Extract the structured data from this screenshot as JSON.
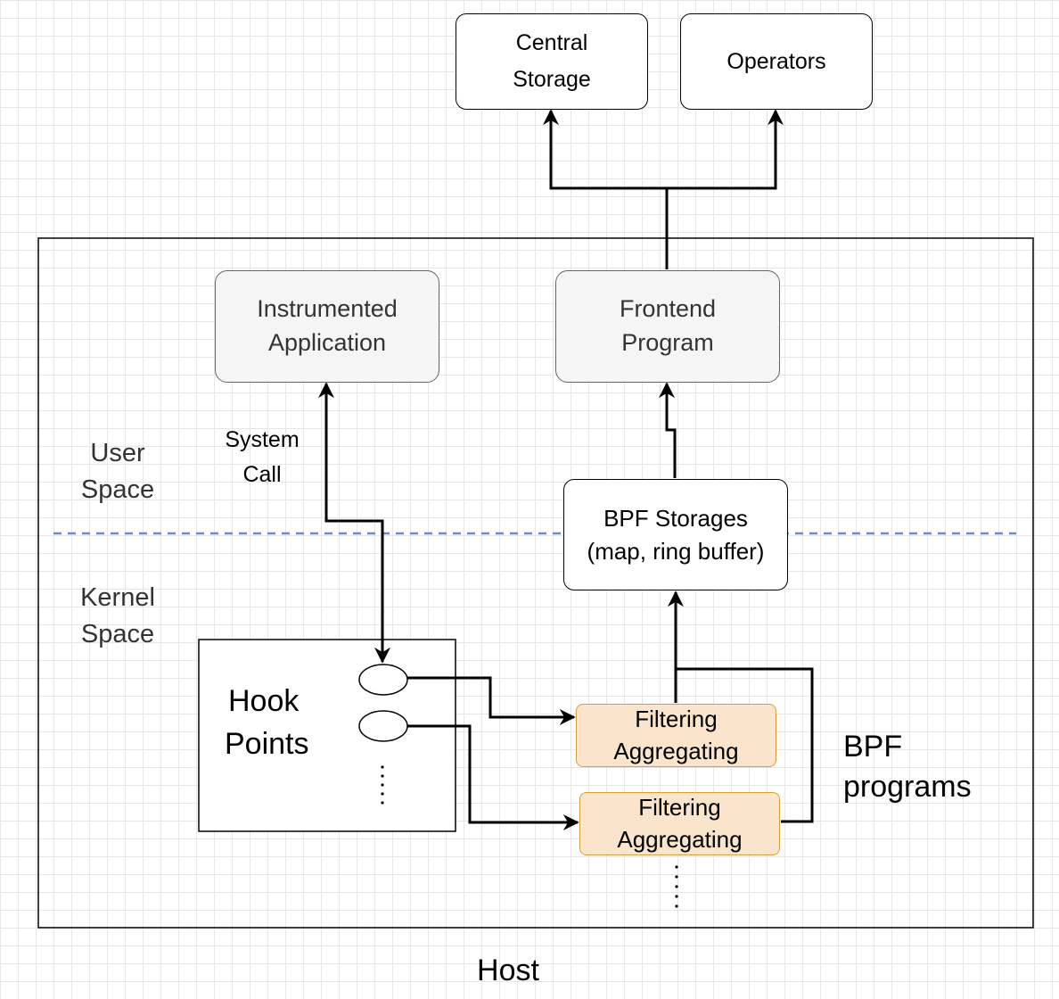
{
  "nodes": {
    "central_storage": {
      "lines": [
        "Central",
        "Storage"
      ]
    },
    "operators": {
      "lines": [
        "Operators"
      ]
    },
    "instrumented_application": {
      "lines": [
        "Instrumented",
        "Application"
      ]
    },
    "frontend_program": {
      "lines": [
        "Frontend",
        "Program"
      ]
    },
    "bpf_storages": {
      "lines": [
        "BPF Storages",
        "(map, ring buffer)"
      ]
    },
    "hook_points": {
      "lines": [
        "Hook",
        "Points"
      ]
    },
    "bpf_program_1": {
      "lines": [
        "Filtering",
        "Aggregating"
      ]
    },
    "bpf_program_2": {
      "lines": [
        "Filtering",
        "Aggregating"
      ]
    }
  },
  "labels": {
    "user_space": [
      "User",
      "Space"
    ],
    "kernel_space": [
      "Kernel",
      "Space"
    ],
    "system_call": [
      "System",
      "Call"
    ],
    "bpf_programs": [
      "BPF",
      "programs"
    ],
    "host": [
      "Host"
    ]
  },
  "colors": {
    "boundary_line": "#6c8ebf",
    "bpf_program_fill": "#fae5cc",
    "bpf_program_border": "#d69f3a",
    "app_box_fill": "#f5f5f5"
  }
}
